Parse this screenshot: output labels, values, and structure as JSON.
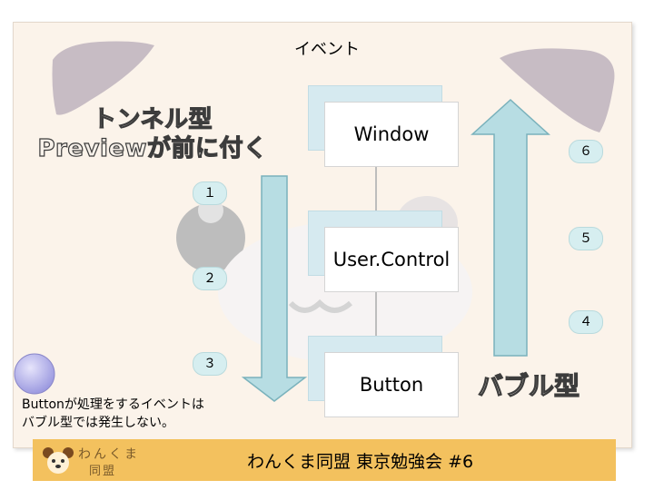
{
  "title": "イベント",
  "tunnel_title": [
    "トンネル型",
    "Previewが前に付く"
  ],
  "bubble_title": "バブル型",
  "boxes": [
    "Window",
    "User.Control",
    "Button"
  ],
  "steps": [
    "１",
    "２",
    "３",
    "４",
    "５",
    "６"
  ],
  "note": [
    "Buttonが処理をするイベントは",
    "バブル型では発生しない。"
  ],
  "footer_text": "わんくま同盟 東京勉強会 #6",
  "logo_text": [
    "わんくま",
    "同盟"
  ],
  "colors": {
    "arrow": "#b7dde3",
    "arrow_border": "#7ab2bc",
    "footer": "#f3c15e",
    "background": "#fbf3ea"
  }
}
